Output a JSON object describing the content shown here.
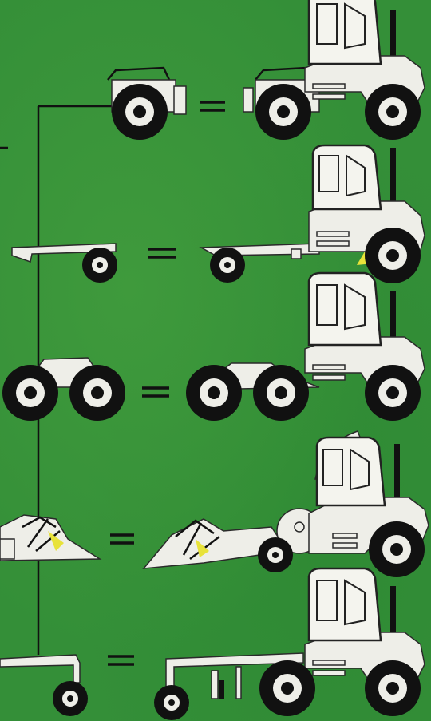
{
  "colors": {
    "background": "#348f38",
    "equipment_body": "#eeeee8",
    "tyre": "#111111",
    "accent_yellow": "#e8e23a"
  },
  "rows": [
    {
      "id": "row-1",
      "module": "rear-hitch-axle-unit",
      "symbol": "="
    },
    {
      "id": "row-2",
      "module": "trailer-platform",
      "symbol": "="
    },
    {
      "id": "row-3",
      "module": "tandem-axle-unit",
      "symbol": "="
    },
    {
      "id": "row-4",
      "module": "harvester-header",
      "symbol": "="
    },
    {
      "id": "row-5",
      "module": "loader-frame",
      "symbol": "="
    }
  ]
}
